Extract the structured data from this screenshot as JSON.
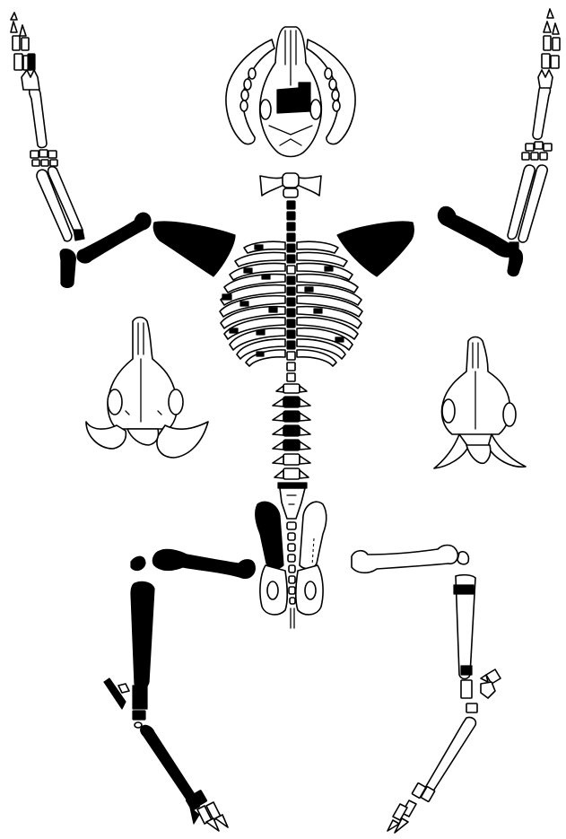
{
  "diagram": {
    "type": "skeletal-element-inventory",
    "colors": {
      "background": "#ffffff",
      "outline": "#000000",
      "present_element_fill": "#000000",
      "absent_element_fill": "#ffffff"
    },
    "views": [
      "skull-dorsal-top",
      "skull-ventral-left",
      "skull-ventral-right",
      "postcranial-skeleton"
    ],
    "text_labels": []
  }
}
